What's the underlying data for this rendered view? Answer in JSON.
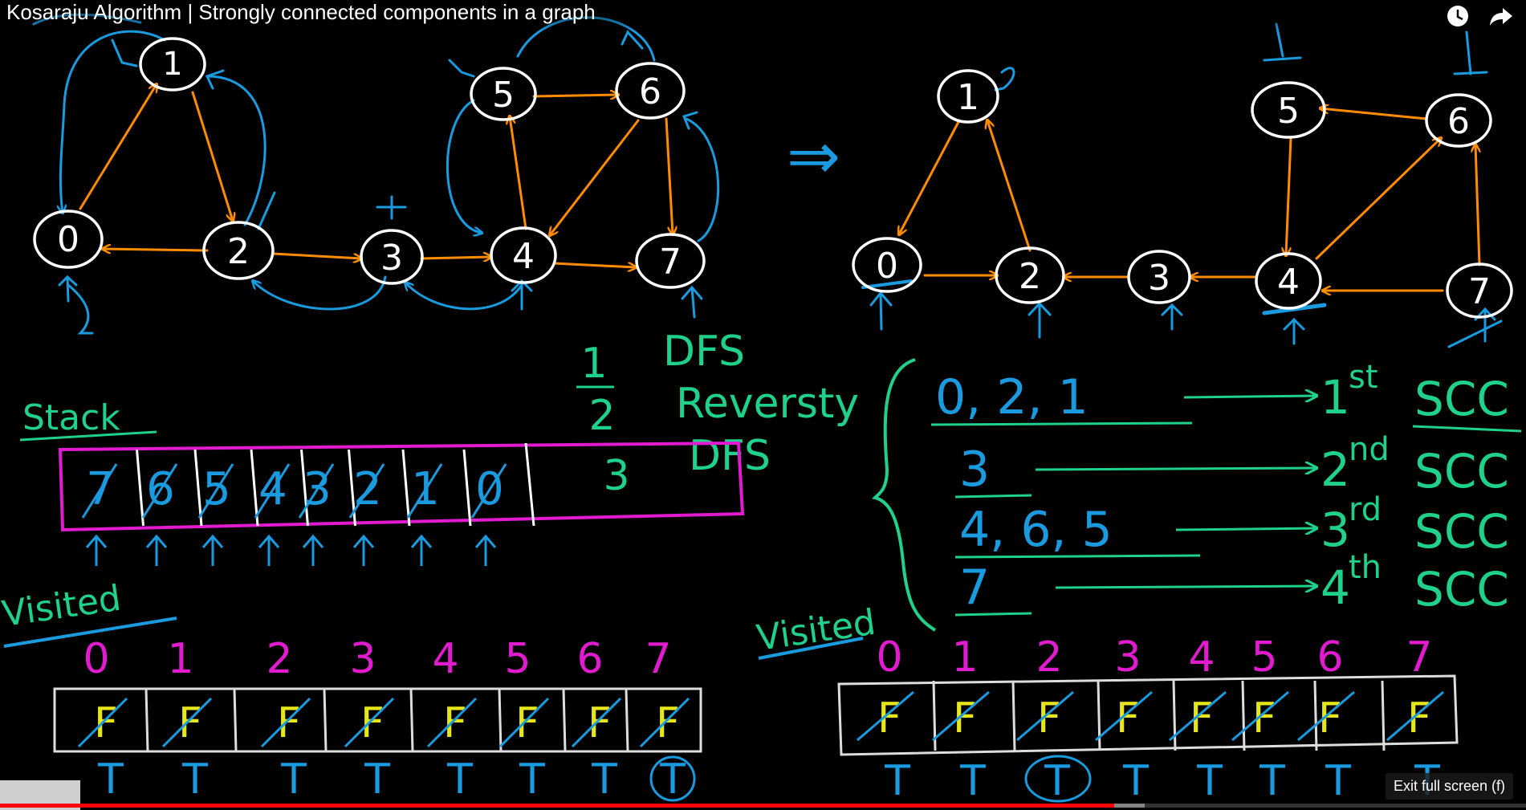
{
  "video": {
    "title": "Kosaraju Algorithm | Strongly connected components in a graph",
    "exit_fullscreen_label": "Exit full screen (f)",
    "progress": 0.73,
    "buffered": 0.75
  },
  "icons": {
    "watch_later": "clock-icon",
    "share": "share-arrow-icon"
  },
  "board": {
    "left_graph_nodes": [
      "0",
      "1",
      "2",
      "3",
      "4",
      "5",
      "6",
      "7"
    ],
    "right_graph_nodes": [
      "0",
      "1",
      "2",
      "3",
      "4",
      "5",
      "6",
      "7"
    ],
    "arrow_symbol": "⇒",
    "steps": {
      "numbers": [
        "1",
        "2",
        "3"
      ],
      "labels": [
        "DFS",
        "Reversty",
        "DFS"
      ]
    },
    "stack_label": "Stack",
    "stack_items": [
      "7",
      "6",
      "5",
      "4",
      "3",
      "2",
      "1",
      "0"
    ],
    "visited_label": "Visited",
    "indices": [
      "0",
      "1",
      "2",
      "3",
      "4",
      "5",
      "6",
      "7"
    ],
    "left_visited_old": [
      "F",
      "F",
      "F",
      "F",
      "F",
      "F",
      "F",
      "F"
    ],
    "left_visited_new": [
      "T",
      "T",
      "T",
      "T",
      "T",
      "T",
      "T",
      "T"
    ],
    "right_visited_old": [
      "F",
      "F",
      "F",
      "F",
      "F",
      "F",
      "F",
      "F"
    ],
    "right_visited_new": [
      "T",
      "T",
      "T",
      "T",
      "T",
      "T",
      "T",
      "T"
    ],
    "scc": [
      {
        "members": "0, 2, 1",
        "label_num": "1",
        "label_sup": "st",
        "label_word": "SCC"
      },
      {
        "members": "3",
        "label_num": "2",
        "label_sup": "nd",
        "label_word": "SCC"
      },
      {
        "members": "4, 6, 5",
        "label_num": "3",
        "label_sup": "rd",
        "label_word": "SCC"
      },
      {
        "members": "7",
        "label_num": "4",
        "label_sup": "th",
        "label_word": "SCC"
      }
    ]
  },
  "colors": {
    "node": "#ffffff",
    "edge": "#ff8c00",
    "annot": "#1a9be0",
    "green": "#1fd18a",
    "pink": "#e21ad0",
    "yellow": "#e6e61a",
    "progress": "#ff0000"
  }
}
